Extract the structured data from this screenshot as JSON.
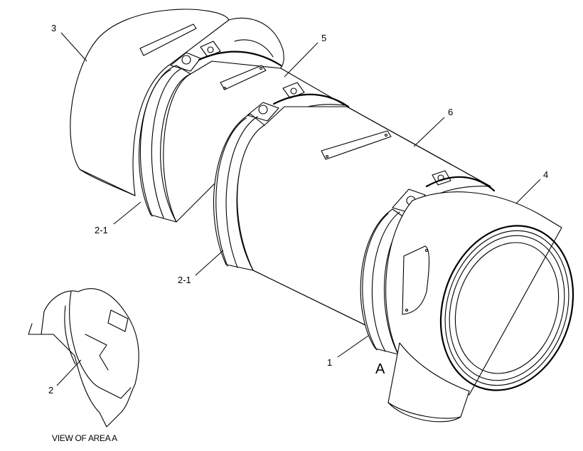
{
  "callouts": {
    "c1": "1",
    "c2": "2",
    "c2_1a": "2-1",
    "c2_1b": "2-1",
    "c3": "3",
    "c4": "4",
    "c5": "5",
    "c6": "6",
    "area": "A"
  },
  "view_caption": "VIEW OF AREA A"
}
